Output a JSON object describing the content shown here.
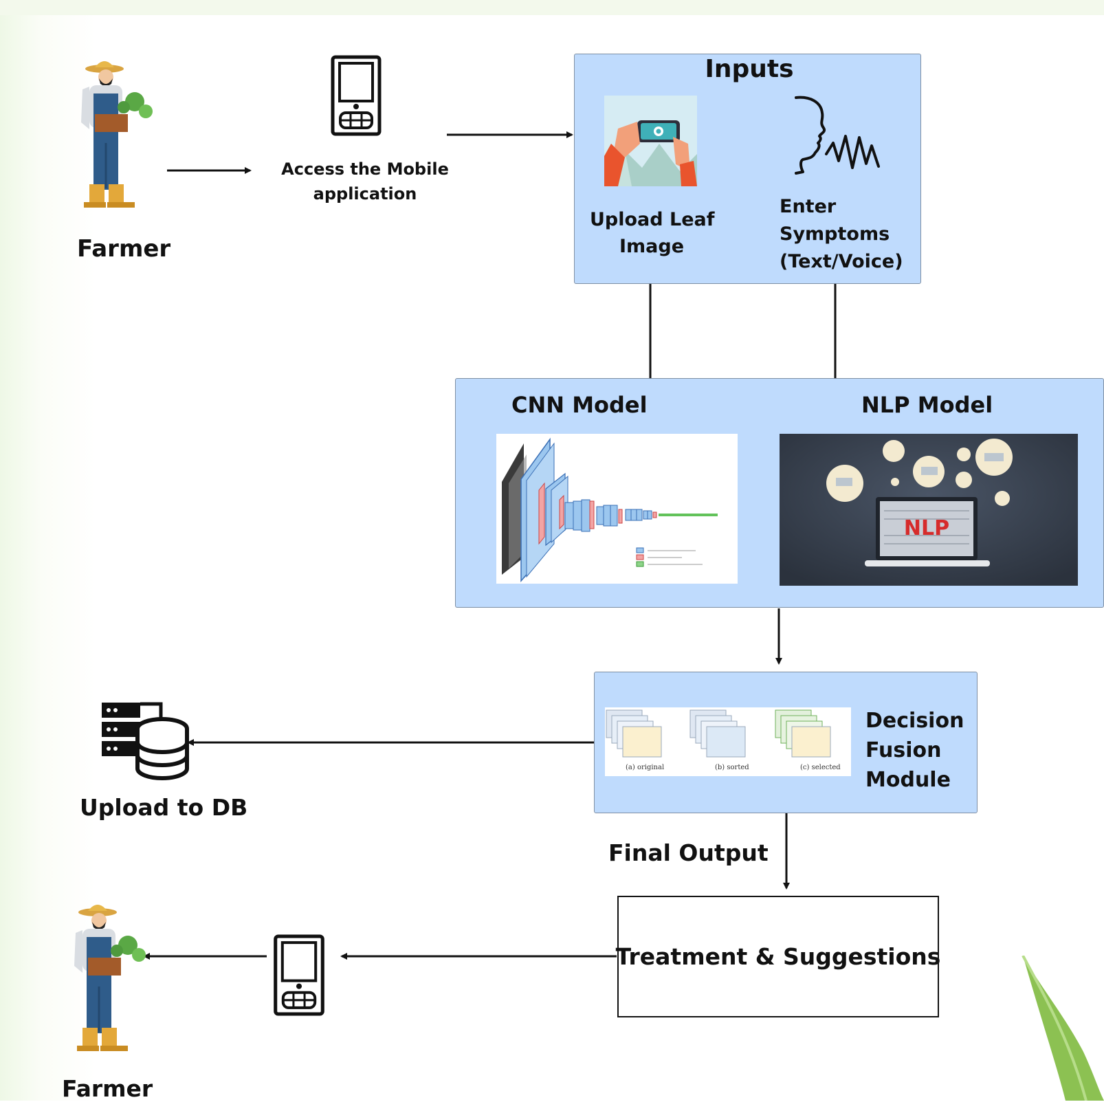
{
  "farmer_top": {
    "label": "Farmer"
  },
  "mobile_access": {
    "label_line1": "Access the Mobile",
    "label_line2": "application"
  },
  "inputs_box": {
    "title": "Inputs",
    "leaf": {
      "line1": "Upload Leaf",
      "line2": "Image"
    },
    "symptoms": {
      "line1": "Enter",
      "line2": "Symptoms",
      "line3": "(Text/Voice)"
    }
  },
  "models_box": {
    "cnn_title": "CNN Model",
    "nlp_title": "NLP Model",
    "nlp_screen_text": "NLP"
  },
  "fusion_box": {
    "line1": "Decision",
    "line2": "Fusion",
    "line3": "Module",
    "panel_captions": [
      "(a) original",
      "(b) sorted",
      "(c) selected"
    ]
  },
  "database": {
    "label": "Upload to DB"
  },
  "final_output": {
    "label": "Final Output"
  },
  "treatment_box": {
    "label": "Treatment & Suggestions"
  },
  "farmer_bottom": {
    "label": "Farmer"
  },
  "colors": {
    "box_fill": "#bfdbfd",
    "arrow": "#111111",
    "nlp_text": "#d62b2b"
  }
}
